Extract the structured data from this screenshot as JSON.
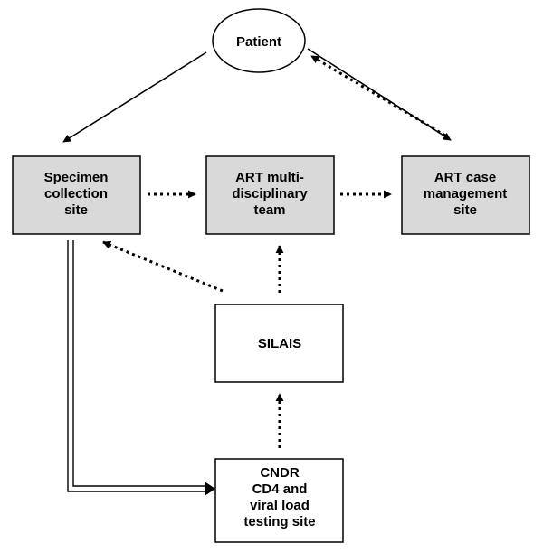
{
  "nodes": {
    "patient": {
      "lines": [
        "Patient"
      ]
    },
    "specimen": {
      "lines": [
        "Specimen",
        "collection",
        "site"
      ]
    },
    "art_team": {
      "lines": [
        "ART multi-",
        "disciplinary",
        "team"
      ]
    },
    "art_case": {
      "lines": [
        "ART case",
        "management",
        "site"
      ]
    },
    "silais": {
      "lines": [
        "SILAIS"
      ]
    },
    "cndr": {
      "lines": [
        "CNDR",
        "CD4 and",
        "viral load",
        "testing site"
      ]
    }
  },
  "colors": {
    "shaded_box": "#d9d9d9",
    "plain_box": "#ffffff",
    "stroke": "#000000"
  }
}
